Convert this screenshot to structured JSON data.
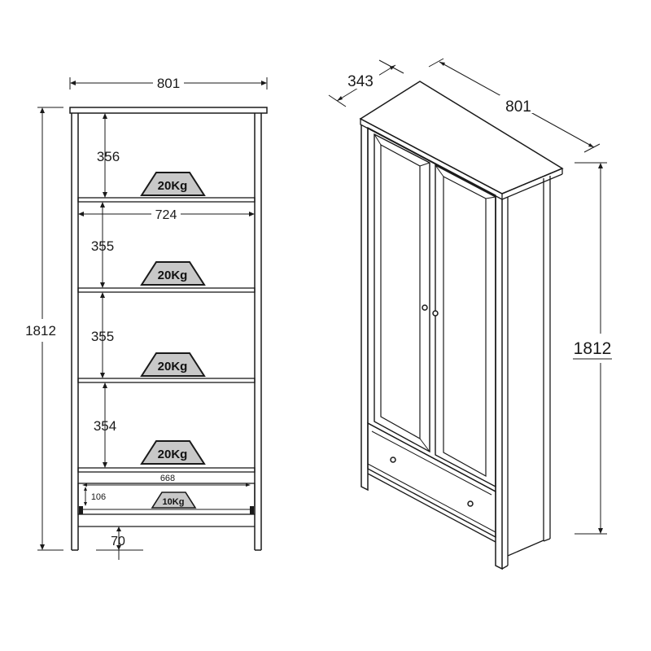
{
  "front_view": {
    "overall_width": "801",
    "overall_height": "1812",
    "inner_width": "724",
    "shelf_heights": [
      "356",
      "355",
      "355",
      "354"
    ],
    "drawer_width": "668",
    "drawer_height": "106",
    "base_height": "70",
    "shelf_load": "20Kg",
    "drawer_load": "10Kg"
  },
  "iso_view": {
    "depth": "343",
    "width": "801",
    "height": "1812"
  },
  "colors": {
    "line": "#1a1a1a",
    "badge_fill": "#c8c8c8"
  }
}
